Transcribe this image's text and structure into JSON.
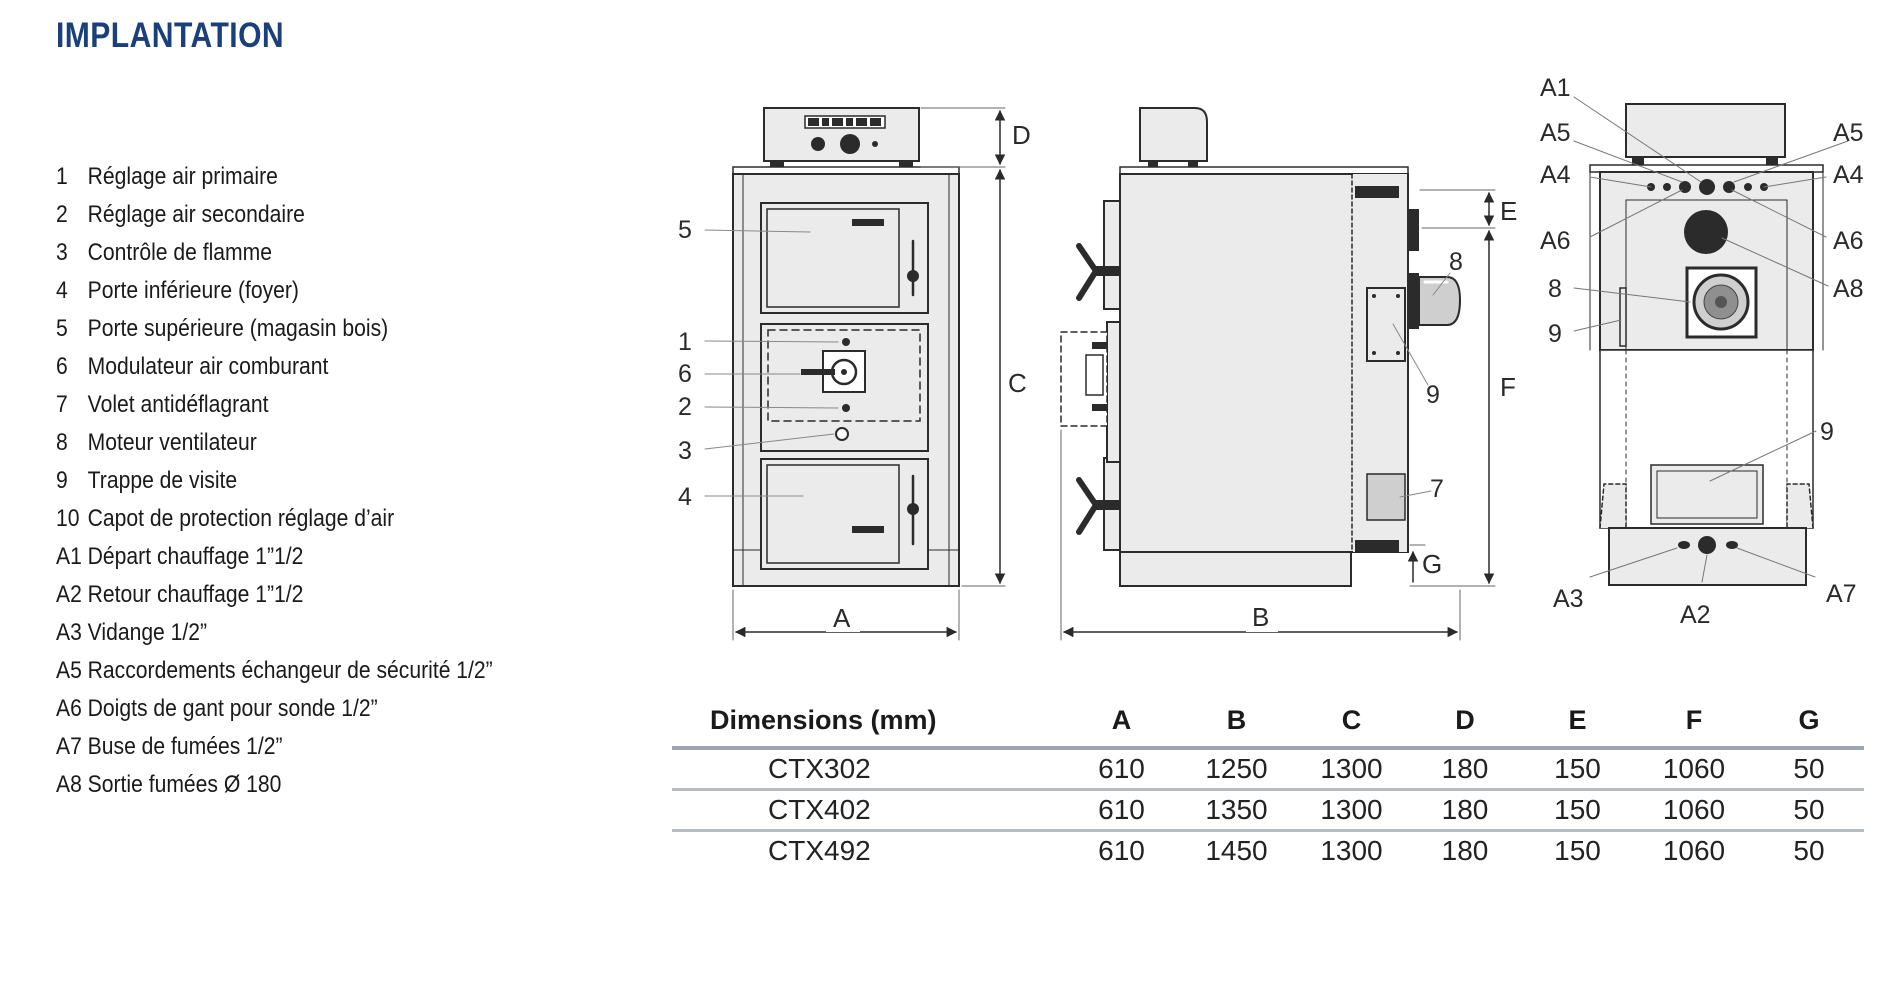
{
  "title": "IMPLANTATION",
  "legend": [
    {
      "code": "1",
      "label": "Réglage air primaire"
    },
    {
      "code": "2",
      "label": "Réglage air secondaire"
    },
    {
      "code": "3",
      "label": "Contrôle de flamme"
    },
    {
      "code": "4",
      "label": "Porte inférieure (foyer)"
    },
    {
      "code": "5",
      "label": "Porte supérieure (magasin bois)"
    },
    {
      "code": "6",
      "label": "Modulateur air comburant"
    },
    {
      "code": "7",
      "label": "Volet antidéflagrant"
    },
    {
      "code": "8",
      "label": "Moteur ventilateur"
    },
    {
      "code": "9",
      "label": "Trappe de visite"
    },
    {
      "code": "10",
      "label": "Capot de protection réglage d’air"
    },
    {
      "code": "A1",
      "label": "Départ chauffage 1”1/2"
    },
    {
      "code": "A2",
      "label": "Retour chauffage 1”1/2"
    },
    {
      "code": "A3",
      "label": "Vidange 1/2”"
    },
    {
      "code": "A5",
      "label": "Raccordements échangeur de sécurité 1/2”"
    },
    {
      "code": "A6",
      "label": "Doigts de gant pour sonde 1/2”"
    },
    {
      "code": "A7",
      "label": "Buse de fumées 1/2”"
    },
    {
      "code": "A8",
      "label": "Sortie fumées Ø 180"
    }
  ],
  "diagram": {
    "front": {
      "n5": "5",
      "n1": "1",
      "n6": "6",
      "n2": "2",
      "n3": "3",
      "n4": "4",
      "dimA": "A",
      "dimC": "C",
      "dimD": "D"
    },
    "side": {
      "n8": "8",
      "n9": "9",
      "n7": "7",
      "dimB": "B",
      "dimE": "E",
      "dimF": "F",
      "dimG": "G"
    },
    "back": {
      "A1": "A1",
      "A5l": "A5",
      "A5r": "A5",
      "A4l": "A4",
      "A4r": "A4",
      "A6l": "A6",
      "A6r": "A6",
      "A8": "A8",
      "n8": "8",
      "n9a": "9",
      "n9b": "9",
      "A3": "A3",
      "A2": "A2",
      "A7": "A7"
    }
  },
  "table": {
    "header": {
      "label": "Dimensions (mm)",
      "A": "A",
      "B": "B",
      "C": "C",
      "D": "D",
      "E": "E",
      "F": "F",
      "G": "G"
    },
    "rows": [
      {
        "model": "CTX302",
        "A": "610",
        "B": "1250",
        "C": "1300",
        "D": "180",
        "E": "150",
        "F": "1060",
        "G": "50"
      },
      {
        "model": "CTX402",
        "A": "610",
        "B": "1350",
        "C": "1300",
        "D": "180",
        "E": "150",
        "F": "1060",
        "G": "50"
      },
      {
        "model": "CTX492",
        "A": "610",
        "B": "1450",
        "C": "1300",
        "D": "180",
        "E": "150",
        "F": "1060",
        "G": "50"
      }
    ]
  },
  "colors": {
    "title": "#1b3f7a",
    "fill": "#ebebeb",
    "stroke": "#2b2b2b",
    "rule": "#9fa5ad"
  }
}
